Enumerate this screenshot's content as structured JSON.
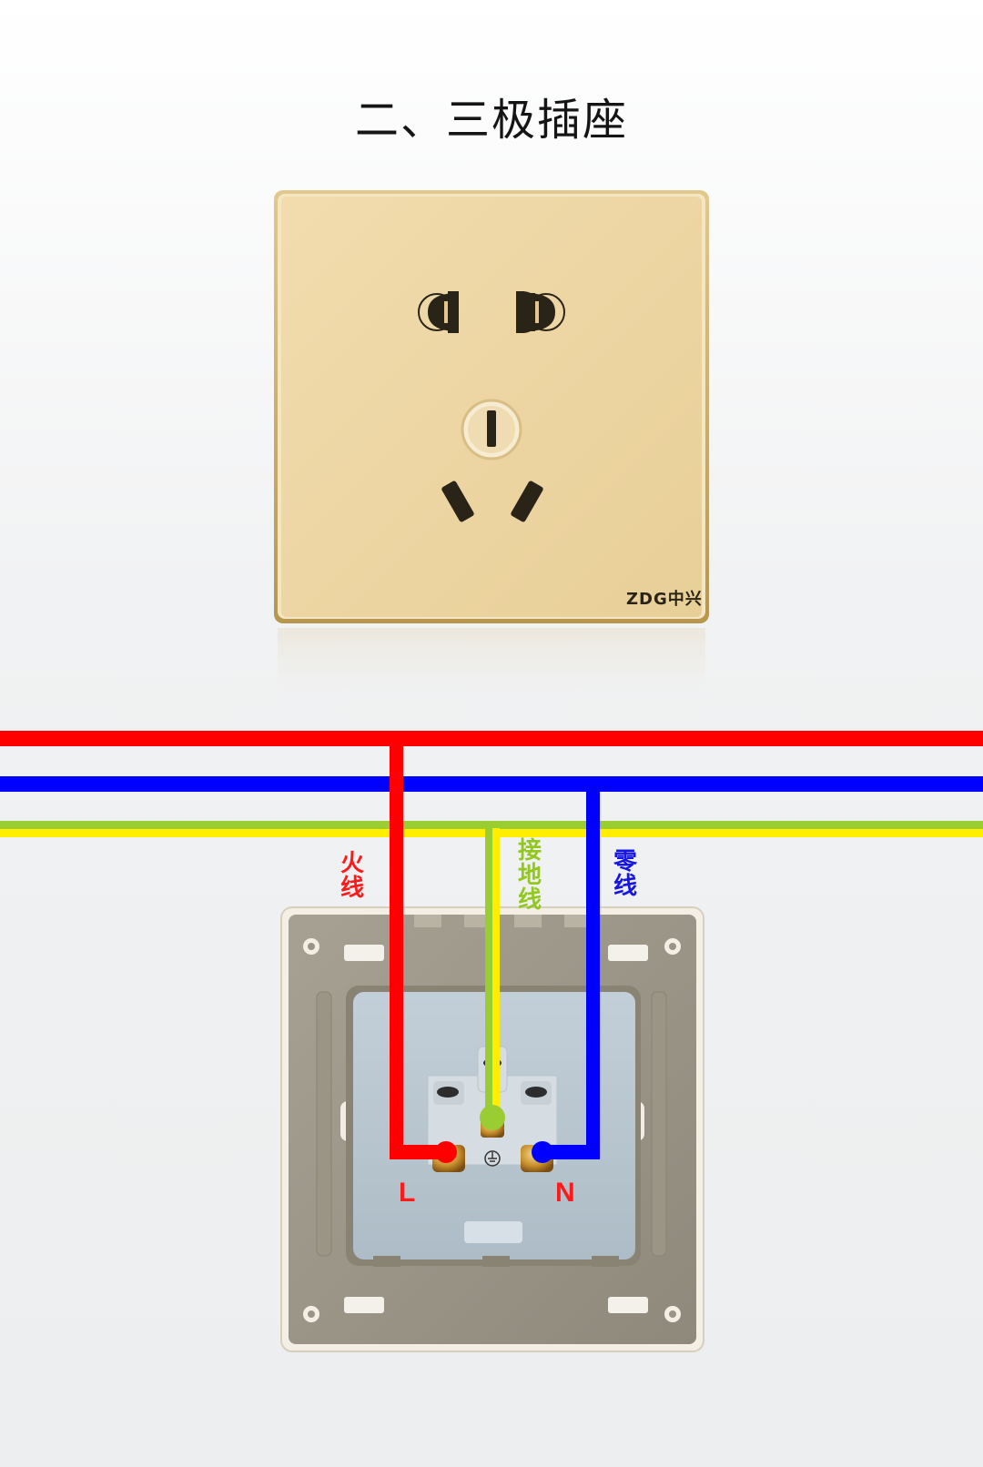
{
  "title": "二、三极插座",
  "socket_face": {
    "brand": "ZDG中兴",
    "plate_color": "#edd6a4",
    "frame_color": "#c9a869"
  },
  "wires": {
    "live": {
      "label": "火线",
      "terminal": "L",
      "color": "#ff0000"
    },
    "neutral": {
      "label": "零线",
      "terminal": "N",
      "color": "#0000ff"
    },
    "ground": {
      "label": "接地线",
      "color": "#9acd32",
      "stripe_color": "#ffee00"
    }
  },
  "ground_symbol_icon": "earth-ground-icon"
}
